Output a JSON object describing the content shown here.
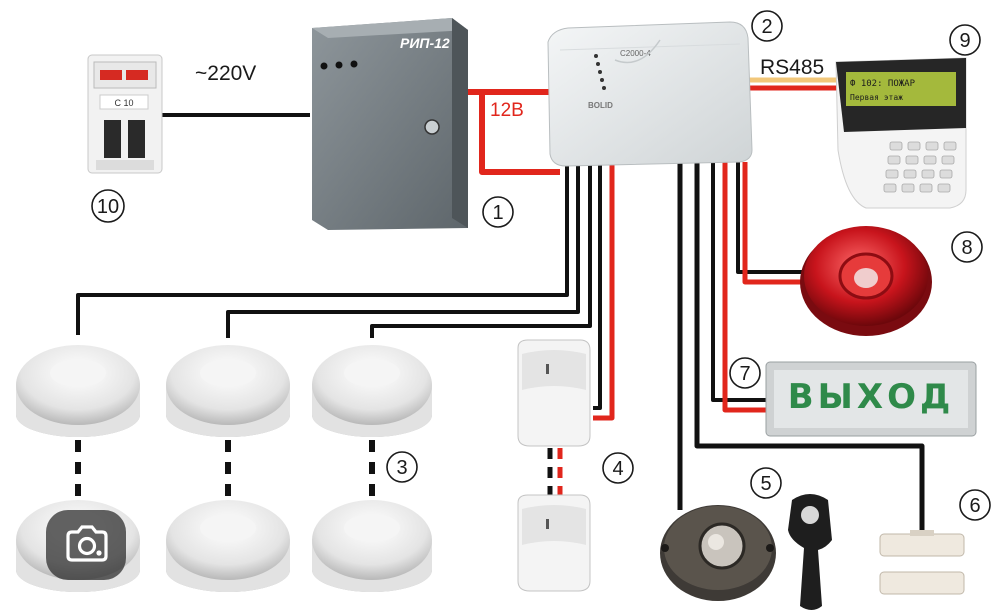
{
  "labels": {
    "mains_voltage": "~220V",
    "supply_voltage": "12В",
    "bus": "RS485",
    "psu_name": "РИП-12",
    "controller_model": "С2000-4",
    "controller_brand": "BOLID",
    "breaker_rating": "C 10",
    "keypad_line1": "Ф  102: ПОЖАР",
    "keypad_line2": "Первая этаж",
    "exit_sign": "ВЫХОД"
  },
  "numbers": [
    "1",
    "2",
    "3",
    "4",
    "5",
    "6",
    "7",
    "8",
    "9",
    "10"
  ],
  "colors": {
    "power_wire": "#e1261c",
    "signal_wire": "#111111",
    "bus_wire": "#f2c77a",
    "exit_text": "#2f8a4a",
    "keypad_screen": "#a4b93c"
  },
  "overlay": {
    "icon": "lens-camera-icon"
  }
}
